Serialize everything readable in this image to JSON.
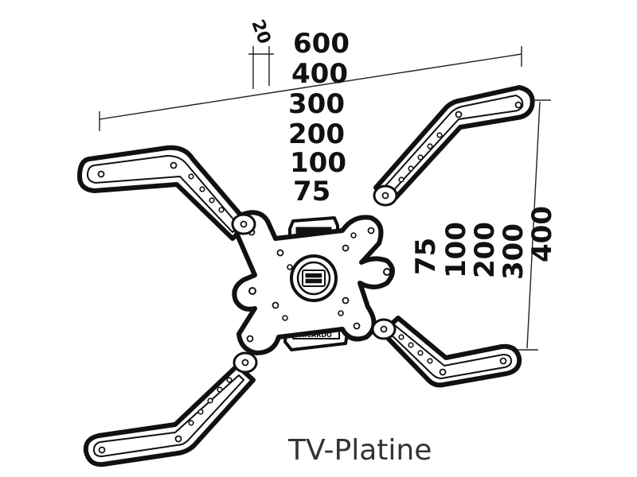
{
  "dimensions": {
    "offset_label": "20",
    "horizontal_labels": [
      "600",
      "400",
      "300",
      "200",
      "100",
      "75"
    ],
    "vertical_labels": [
      "75",
      "100",
      "200",
      "300",
      "400"
    ]
  },
  "brand_label": "RICARDO",
  "caption": "TV-Platine"
}
